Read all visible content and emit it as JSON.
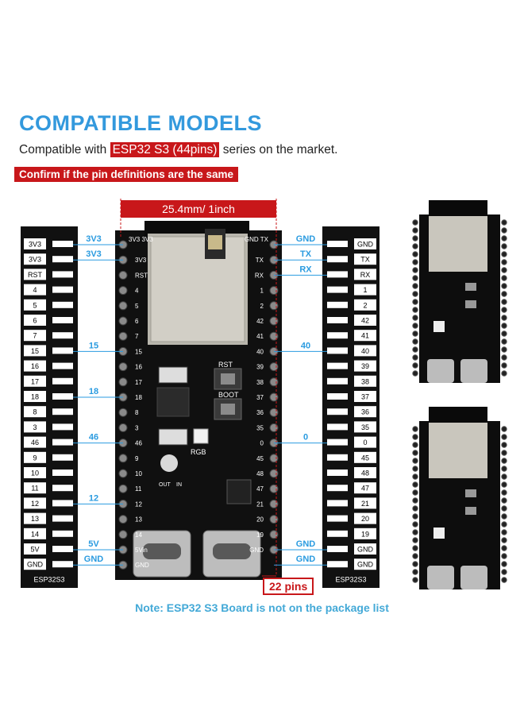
{
  "header": {
    "title": "COMPATIBLE MODELS",
    "subtitle_pre": "Compatible with ",
    "subtitle_highlight": "ESP32 S3 (44pins)",
    "subtitle_post": " series on the market.",
    "confirm": "Confirm if the pin definitions are the same"
  },
  "dimension": "25.4mm/ 1inch",
  "pin_count_label": "22 pins",
  "note": "Note: ESP32 S3 Board is not on the package list",
  "left_strip": {
    "labels": [
      "3V3",
      "3V3",
      "RST",
      "4",
      "5",
      "6",
      "7",
      "15",
      "16",
      "17",
      "18",
      "8",
      "3",
      "46",
      "9",
      "10",
      "11",
      "12",
      "13",
      "14",
      "5V",
      "GND"
    ],
    "footer": "ESP32S3"
  },
  "right_strip": {
    "labels": [
      "GND",
      "TX",
      "RX",
      "1",
      "2",
      "42",
      "41",
      "40",
      "39",
      "38",
      "37",
      "36",
      "35",
      "0",
      "45",
      "48",
      "47",
      "21",
      "20",
      "19",
      "GND",
      "GND"
    ],
    "footer": "ESP32S3"
  },
  "board_left_pins": [
    "3V3",
    "RST",
    "4",
    "5",
    "6",
    "7",
    "15",
    "16",
    "17",
    "18",
    "8",
    "3",
    "46",
    "9",
    "10",
    "11",
    "12",
    "13",
    "14",
    "5Vin",
    "GND"
  ],
  "board_right_pins": [
    "TX",
    "RX",
    "1",
    "2",
    "42",
    "41",
    "40",
    "39",
    "38",
    "37",
    "36",
    "35",
    "0",
    "45",
    "48",
    "47",
    "21",
    "20",
    "19",
    "GND"
  ],
  "board_top_left": [
    "3V3",
    "3V3"
  ],
  "board_top_right": [
    "GND",
    "TX"
  ],
  "board_labels": {
    "rst": "RST",
    "boot": "BOOT",
    "rgb": "RGB",
    "out": "OUT",
    "in": "IN"
  },
  "callouts_left": [
    {
      "index": 0,
      "text": "3V3"
    },
    {
      "index": 1,
      "text": "3V3"
    },
    {
      "index": 7,
      "text": "15"
    },
    {
      "index": 10,
      "text": "18"
    },
    {
      "index": 13,
      "text": "46"
    },
    {
      "index": 17,
      "text": "12"
    },
    {
      "index": 20,
      "text": "5V"
    },
    {
      "index": 21,
      "text": "GND"
    }
  ],
  "callouts_right": [
    {
      "index": 0,
      "text": "GND"
    },
    {
      "index": 1,
      "text": "TX"
    },
    {
      "index": 2,
      "text": "RX"
    },
    {
      "index": 7,
      "text": "40"
    },
    {
      "index": 13,
      "text": "0"
    },
    {
      "index": 20,
      "text": "GND"
    },
    {
      "index": 21,
      "text": "GND"
    }
  ],
  "colors": {
    "accent_blue": "#3399dd",
    "accent_red": "#c8171a",
    "board": "#101010",
    "label_line": "#2a9be0"
  }
}
